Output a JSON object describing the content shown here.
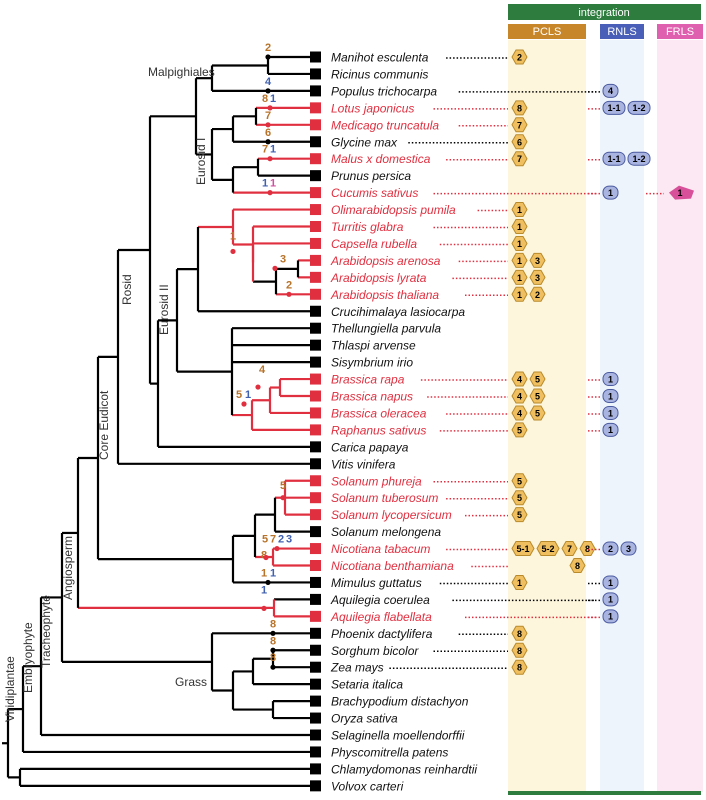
{
  "colors": {
    "tree_black": "#000000",
    "tree_red": "#e03040",
    "species_red": "#e03040",
    "integration_green": "#2e7d3e",
    "pcls_header": "#c8862a",
    "pcls_bg": "#fdf6dc",
    "rnls_header": "#4a60b8",
    "rnls_bg": "#eef4fb",
    "frls_header": "#e060b0",
    "frls_bg": "#fce8f2",
    "pcls_badge": "#f0c060",
    "pcls_badge_stroke": "#b88a2c",
    "rnls_badge": "#aab4e0",
    "rnls_badge_stroke": "#4a5aa0",
    "frls_badge": "#d8509a",
    "num_brown": "#b8732a",
    "num_blue": "#4060b0",
    "num_pink": "#d050a0"
  },
  "header": {
    "integration": "integration",
    "pcls": "PCLS",
    "rnls": "RNLS",
    "frls": "FRLS"
  },
  "clades": {
    "malpighiales": "Malpighiales",
    "eurosid1": "Eurosid I",
    "eurosid2": "Eurosid II",
    "rosid": "Rosid",
    "core_eudicot": "Core Eudicot",
    "angiosperm": "Angiosperm",
    "tracheophyte": "Tracheophyte",
    "embryophyte": "Embryophyte",
    "viridiplantae": "Viridiplantae",
    "grass": "Grass"
  },
  "species": [
    {
      "name": "Manihot esculenta",
      "red": false,
      "dots": true,
      "pcls": [
        "2"
      ],
      "rnls": [],
      "frls": []
    },
    {
      "name": "Ricinus communis",
      "red": false,
      "dots": false,
      "pcls": [],
      "rnls": [],
      "frls": []
    },
    {
      "name": "Populus trichocarpa",
      "red": false,
      "dots": true,
      "pcls": [],
      "rnls": [
        "4"
      ],
      "frls": []
    },
    {
      "name": "Lotus japonicus",
      "red": true,
      "dots": true,
      "pcls": [
        "8"
      ],
      "rnls": [
        "1-1",
        "1-2"
      ],
      "frls": []
    },
    {
      "name": "Medicago truncatula",
      "red": true,
      "dots": true,
      "pcls": [
        "7"
      ],
      "rnls": [],
      "frls": []
    },
    {
      "name": "Glycine max",
      "red": false,
      "dots": true,
      "pcls": [
        "6"
      ],
      "rnls": [],
      "frls": []
    },
    {
      "name": "Malus x domestica",
      "red": true,
      "dots": true,
      "pcls": [
        "7"
      ],
      "rnls": [
        "1-1",
        "1-2"
      ],
      "frls": []
    },
    {
      "name": "Prunus persica",
      "red": false,
      "dots": false,
      "pcls": [],
      "rnls": [],
      "frls": []
    },
    {
      "name": "Cucumis sativus",
      "red": true,
      "dots": true,
      "pcls": [],
      "rnls": [
        "1"
      ],
      "frls": [
        "1"
      ]
    },
    {
      "name": "Olimarabidopsis pumila",
      "red": true,
      "dots": true,
      "pcls": [
        "1"
      ],
      "rnls": [],
      "frls": []
    },
    {
      "name": "Turritis glabra",
      "red": true,
      "dots": true,
      "pcls": [
        "1"
      ],
      "rnls": [],
      "frls": []
    },
    {
      "name": "Capsella rubella",
      "red": true,
      "dots": true,
      "pcls": [
        "1"
      ],
      "rnls": [],
      "frls": []
    },
    {
      "name": "Arabidopsis arenosa",
      "red": true,
      "dots": true,
      "pcls": [
        "1",
        "3"
      ],
      "rnls": [],
      "frls": []
    },
    {
      "name": "Arabidopsis lyrata",
      "red": true,
      "dots": true,
      "pcls": [
        "1",
        "3"
      ],
      "rnls": [],
      "frls": []
    },
    {
      "name": "Arabidopsis thaliana",
      "red": true,
      "dots": true,
      "pcls": [
        "1",
        "2"
      ],
      "rnls": [],
      "frls": []
    },
    {
      "name": "Crucihimalaya lasiocarpa",
      "red": false,
      "dots": false,
      "pcls": [],
      "rnls": [],
      "frls": []
    },
    {
      "name": "Thellungiella parvula",
      "red": false,
      "dots": false,
      "pcls": [],
      "rnls": [],
      "frls": []
    },
    {
      "name": "Thlaspi arvense",
      "red": false,
      "dots": false,
      "pcls": [],
      "rnls": [],
      "frls": []
    },
    {
      "name": "Sisymbrium irio",
      "red": false,
      "dots": false,
      "pcls": [],
      "rnls": [],
      "frls": []
    },
    {
      "name": "Brassica rapa",
      "red": true,
      "dots": true,
      "pcls": [
        "4",
        "5"
      ],
      "rnls": [
        "1"
      ],
      "frls": []
    },
    {
      "name": "Brassica napus",
      "red": true,
      "dots": true,
      "pcls": [
        "4",
        "5"
      ],
      "rnls": [
        "1"
      ],
      "frls": []
    },
    {
      "name": "Brassica oleracea",
      "red": true,
      "dots": true,
      "pcls": [
        "4",
        "5"
      ],
      "rnls": [
        "1"
      ],
      "frls": []
    },
    {
      "name": "Raphanus sativus",
      "red": true,
      "dots": true,
      "pcls": [
        "5"
      ],
      "rnls": [
        "1"
      ],
      "frls": []
    },
    {
      "name": "Carica papaya",
      "red": false,
      "dots": false,
      "pcls": [],
      "rnls": [],
      "frls": []
    },
    {
      "name": "Vitis vinifera",
      "red": false,
      "dots": false,
      "pcls": [],
      "rnls": [],
      "frls": []
    },
    {
      "name": "Solanum phureja",
      "red": true,
      "dots": true,
      "pcls": [
        "5"
      ],
      "rnls": [],
      "frls": []
    },
    {
      "name": "Solanum tuberosum",
      "red": true,
      "dots": true,
      "pcls": [
        "5"
      ],
      "rnls": [],
      "frls": []
    },
    {
      "name": "Solanum lycopersicum",
      "red": true,
      "dots": true,
      "pcls": [
        "5"
      ],
      "rnls": [],
      "frls": []
    },
    {
      "name": "Solanum melongena",
      "red": false,
      "dots": false,
      "pcls": [],
      "rnls": [],
      "frls": []
    },
    {
      "name": "Nicotiana tabacum",
      "red": true,
      "dots": true,
      "pcls": [
        "5-1",
        "5-2",
        "7",
        "8"
      ],
      "rnls": [
        "2",
        "3"
      ],
      "frls": []
    },
    {
      "name": "Nicotiana benthamiana",
      "red": true,
      "dots": true,
      "pcls": [
        "8"
      ],
      "rnls": [],
      "frls": []
    },
    {
      "name": "Mimulus guttatus",
      "red": false,
      "dots": true,
      "pcls": [
        "1"
      ],
      "rnls": [
        "1"
      ],
      "frls": []
    },
    {
      "name": "Aquilegia coerulea",
      "red": false,
      "dots": true,
      "pcls": [],
      "rnls": [
        "1"
      ],
      "frls": []
    },
    {
      "name": "Aquilegia flabellata",
      "red": true,
      "dots": true,
      "pcls": [],
      "rnls": [
        "1"
      ],
      "frls": []
    },
    {
      "name": "Phoenix dactylifera",
      "red": false,
      "dots": true,
      "pcls": [
        "8"
      ],
      "rnls": [],
      "frls": []
    },
    {
      "name": "Sorghum bicolor",
      "red": false,
      "dots": true,
      "pcls": [
        "8"
      ],
      "rnls": [],
      "frls": []
    },
    {
      "name": "Zea mays",
      "red": false,
      "dots": true,
      "pcls": [
        "8"
      ],
      "rnls": [],
      "frls": []
    },
    {
      "name": "Setaria italica",
      "red": false,
      "dots": false,
      "pcls": [],
      "rnls": [],
      "frls": []
    },
    {
      "name": "Brachypodium distachyon",
      "red": false,
      "dots": false,
      "pcls": [],
      "rnls": [],
      "frls": []
    },
    {
      "name": "Oryza sativa",
      "red": false,
      "dots": false,
      "pcls": [],
      "rnls": [],
      "frls": []
    },
    {
      "name": "Selaginella moellendorffii",
      "red": false,
      "dots": false,
      "pcls": [],
      "rnls": [],
      "frls": []
    },
    {
      "name": "Physcomitrella patens",
      "red": false,
      "dots": false,
      "pcls": [],
      "rnls": [],
      "frls": []
    },
    {
      "name": "Chlamydomonas reinhardtii",
      "red": false,
      "dots": false,
      "pcls": [],
      "rnls": [],
      "frls": []
    },
    {
      "name": "Volvox carteri",
      "red": false,
      "dots": false,
      "pcls": [],
      "rnls": [],
      "frls": []
    }
  ],
  "node_labels": [
    {
      "text": "2",
      "color": "brown"
    },
    {
      "text": "4",
      "color": "blue"
    },
    {
      "text": "8",
      "color": "brown"
    },
    {
      "text": "1",
      "color": "blue"
    },
    {
      "text": "7",
      "color": "brown"
    },
    {
      "text": "6",
      "color": "brown"
    },
    {
      "text": "7",
      "color": "brown"
    },
    {
      "text": "1",
      "color": "blue"
    },
    {
      "text": "1",
      "color": "blue"
    },
    {
      "text": "1",
      "color": "pink"
    },
    {
      "text": "1",
      "color": "brown"
    },
    {
      "text": "3",
      "color": "brown"
    },
    {
      "text": "2",
      "color": "brown"
    },
    {
      "text": "4",
      "color": "brown"
    },
    {
      "text": "5",
      "color": "brown"
    },
    {
      "text": "1",
      "color": "blue"
    },
    {
      "text": "5",
      "color": "brown"
    },
    {
      "text": "5",
      "color": "brown"
    },
    {
      "text": "7",
      "color": "brown"
    },
    {
      "text": "2",
      "color": "blue"
    },
    {
      "text": "3",
      "color": "blue"
    },
    {
      "text": "8",
      "color": "brown"
    },
    {
      "text": "1",
      "color": "brown"
    },
    {
      "text": "1",
      "color": "blue"
    },
    {
      "text": "1",
      "color": "blue"
    },
    {
      "text": "8",
      "color": "brown"
    },
    {
      "text": "8",
      "color": "brown"
    },
    {
      "text": "8",
      "color": "brown"
    }
  ]
}
